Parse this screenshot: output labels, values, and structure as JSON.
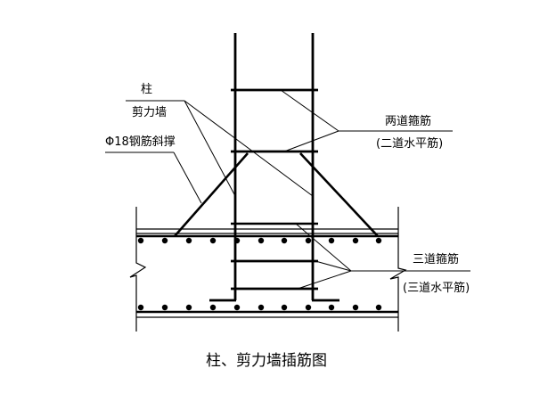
{
  "diagram": {
    "title": "柱、剪力墙插筋图",
    "labels": {
      "column": "柱",
      "shear_wall": "剪力墙",
      "diagonal_brace": "Φ18钢筋斜撑",
      "two_stirrups": "两道箍筋",
      "two_stirrups_note": "(二道水平筋)",
      "three_stirrups": "三道箍筋",
      "three_stirrups_note": "(三道水平筋)"
    },
    "line_color": "#000000",
    "background_color": "#ffffff"
  }
}
